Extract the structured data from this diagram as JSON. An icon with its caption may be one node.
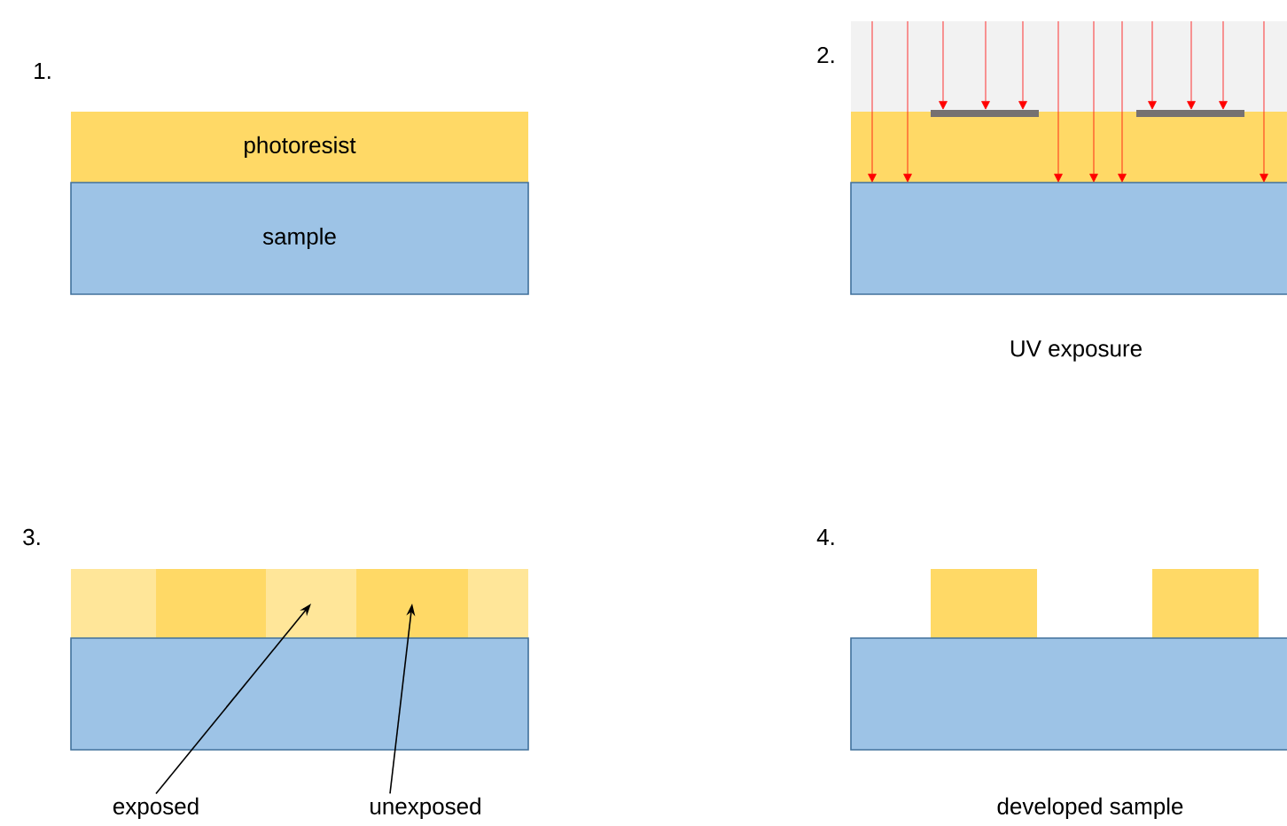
{
  "diagram": {
    "nodes": [
      {
        "text": [
          "photoresist"
        ]
      },
      {
        "text": [
          "sample"
        ]
      },
      {
        "text": [
          "exposed"
        ]
      },
      {
        "text": [
          "unexposed"
        ]
      },
      {
        "text": [],
        "shape": "box"
      },
      {
        "text": [],
        "shape": "box"
      },
      {
        "text": [],
        "shape": "box"
      },
      {
        "text": [],
        "shape": "box"
      }
    ],
    "edges": [
      {
        "from": 2,
        "to": 4,
        "arrow": "to"
      },
      {
        "from": 3,
        "to": 5,
        "arrow": "to"
      }
    ],
    "labels": [
      "1.",
      "2.",
      "UV exposure",
      "3.",
      "4.",
      "developed sample"
    ]
  }
}
